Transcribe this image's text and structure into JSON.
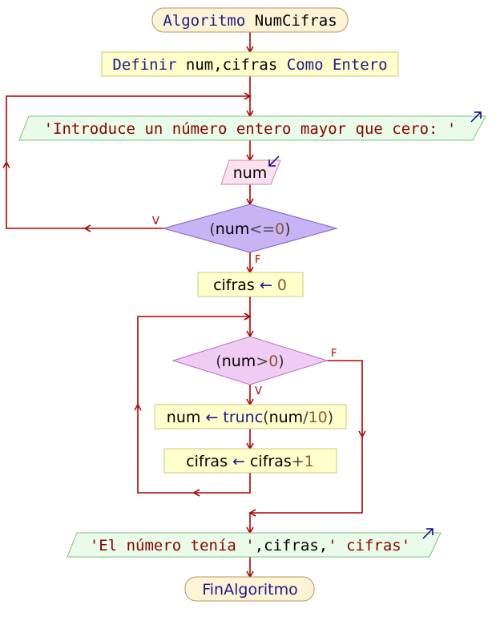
{
  "flowchart": {
    "start": [
      {
        "text": "Algoritmo",
        "color": "#1a1a8c"
      },
      {
        "text": " ",
        "color": "#000000"
      },
      {
        "text": "NumCifras",
        "color": "#000000"
      }
    ],
    "define": [
      {
        "text": "Definir",
        "color": "#1a1a8c"
      },
      {
        "text": " num,cifras ",
        "color": "#000000"
      },
      {
        "text": "Como",
        "color": "#1a1a8c"
      },
      {
        "text": " ",
        "color": "#000000"
      },
      {
        "text": "Entero",
        "color": "#1a1a8c"
      }
    ],
    "write_prompt": [
      {
        "text": "'Introduce un número entero mayor que cero: '",
        "color": "#8b0000"
      }
    ],
    "read_num": [
      {
        "text": "num",
        "color": "#000000"
      }
    ],
    "cond_repeat": [
      {
        "text": "(",
        "color": "#333333"
      },
      {
        "text": "num",
        "color": "#000000"
      },
      {
        "text": "<=",
        "color": "#444444"
      },
      {
        "text": "0",
        "color": "#8b5a2b"
      },
      {
        "text": ")",
        "color": "#333333"
      }
    ],
    "assign_cifras0": [
      {
        "text": "cifras",
        "color": "#000000"
      },
      {
        "text": " ← ",
        "color": "#1a1a8c"
      },
      {
        "text": "0",
        "color": "#8b5a2b"
      }
    ],
    "cond_while": [
      {
        "text": "(",
        "color": "#333333"
      },
      {
        "text": "num",
        "color": "#000000"
      },
      {
        "text": ">",
        "color": "#444444"
      },
      {
        "text": "0",
        "color": "#8b5a2b"
      },
      {
        "text": ")",
        "color": "#333333"
      }
    ],
    "assign_num": [
      {
        "text": "num",
        "color": "#000000"
      },
      {
        "text": " ← ",
        "color": "#1a1a8c"
      },
      {
        "text": "trunc",
        "color": "#1a1a8c"
      },
      {
        "text": "(",
        "color": "#333333"
      },
      {
        "text": "num",
        "color": "#000000"
      },
      {
        "text": "/",
        "color": "#444444"
      },
      {
        "text": "10",
        "color": "#8b5a2b"
      },
      {
        "text": ")",
        "color": "#333333"
      }
    ],
    "assign_cifras_inc": [
      {
        "text": "cifras",
        "color": "#000000"
      },
      {
        "text": " ← ",
        "color": "#1a1a8c"
      },
      {
        "text": "cifras",
        "color": "#000000"
      },
      {
        "text": "+",
        "color": "#444444"
      },
      {
        "text": "1",
        "color": "#8b5a2b"
      }
    ],
    "write_result": [
      {
        "text": "'El número tenía '",
        "color": "#8b0000"
      },
      {
        "text": ",cifras,",
        "color": "#000000"
      },
      {
        "text": "' cifras'",
        "color": "#8b0000"
      }
    ],
    "end": [
      {
        "text": "FinAlgoritmo",
        "color": "#1a1a8c"
      }
    ],
    "label_true": "V",
    "label_false": "F",
    "colors": {
      "arrow": "#b00000",
      "terminal_fill": "#fff3d6",
      "terminal_stroke": "#b8965a",
      "process_fill": "#ffffcc",
      "process_stroke": "#c8c87a",
      "io_write_fill": "#e9fbe9",
      "io_write_stroke": "#7fc07f",
      "io_read_fill": "#ffe0ef",
      "io_read_stroke": "#c08aa0",
      "cond_repeat_fill": "#c8b4f5",
      "cond_repeat_stroke": "#7a5cc9",
      "cond_while_fill": "#f0ccf5",
      "cond_while_stroke": "#b070c0",
      "io_icon": "#00008b"
    }
  }
}
